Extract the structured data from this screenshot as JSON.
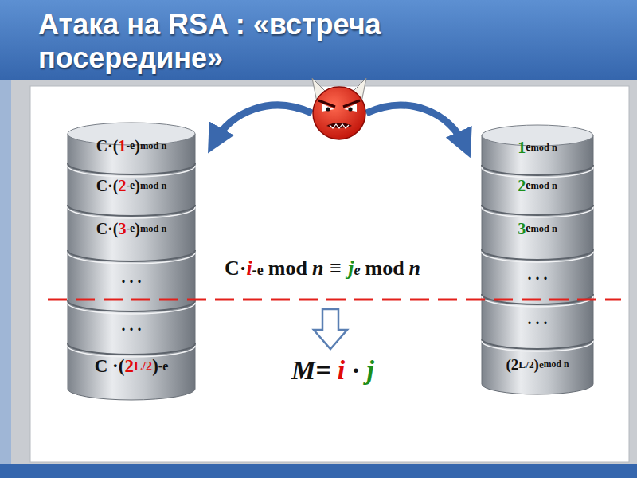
{
  "diagram": {
    "title": "Атака на RSA : «встреча посередине»",
    "nodes": [
      {
        "text": [
          "C·(",
          "1",
          "-e",
          ")",
          "mod n"
        ]
      },
      {
        "text": [
          "C·(",
          "2",
          "-e",
          ")",
          "mod n"
        ]
      },
      {
        "text": [
          "C·(",
          "3",
          "-e",
          ")",
          "mod n"
        ]
      },
      {
        "text": [
          ". . ."
        ]
      },
      {
        "text": [
          ". . ."
        ]
      },
      {
        "text": [
          "C ·(",
          "2",
          "L/2",
          ")",
          "-e"
        ]
      },
      {
        "text": [
          "1",
          "e",
          "mod n"
        ]
      },
      {
        "text": [
          "2",
          "e",
          "mod n"
        ]
      },
      {
        "text": [
          "3",
          "e",
          "mod n"
        ]
      },
      {
        "text": [
          ". . ."
        ]
      },
      {
        "text": [
          ". . ."
        ]
      },
      {
        "text": [
          "(",
          "2",
          "L/2",
          ")",
          "e",
          "mod n"
        ]
      }
    ],
    "labels": [
      "C·",
      "i",
      "-e",
      "mod",
      "n",
      "≡",
      "j",
      "e",
      "mod",
      "n",
      "M=",
      "i",
      "·",
      "j"
    ]
  }
}
